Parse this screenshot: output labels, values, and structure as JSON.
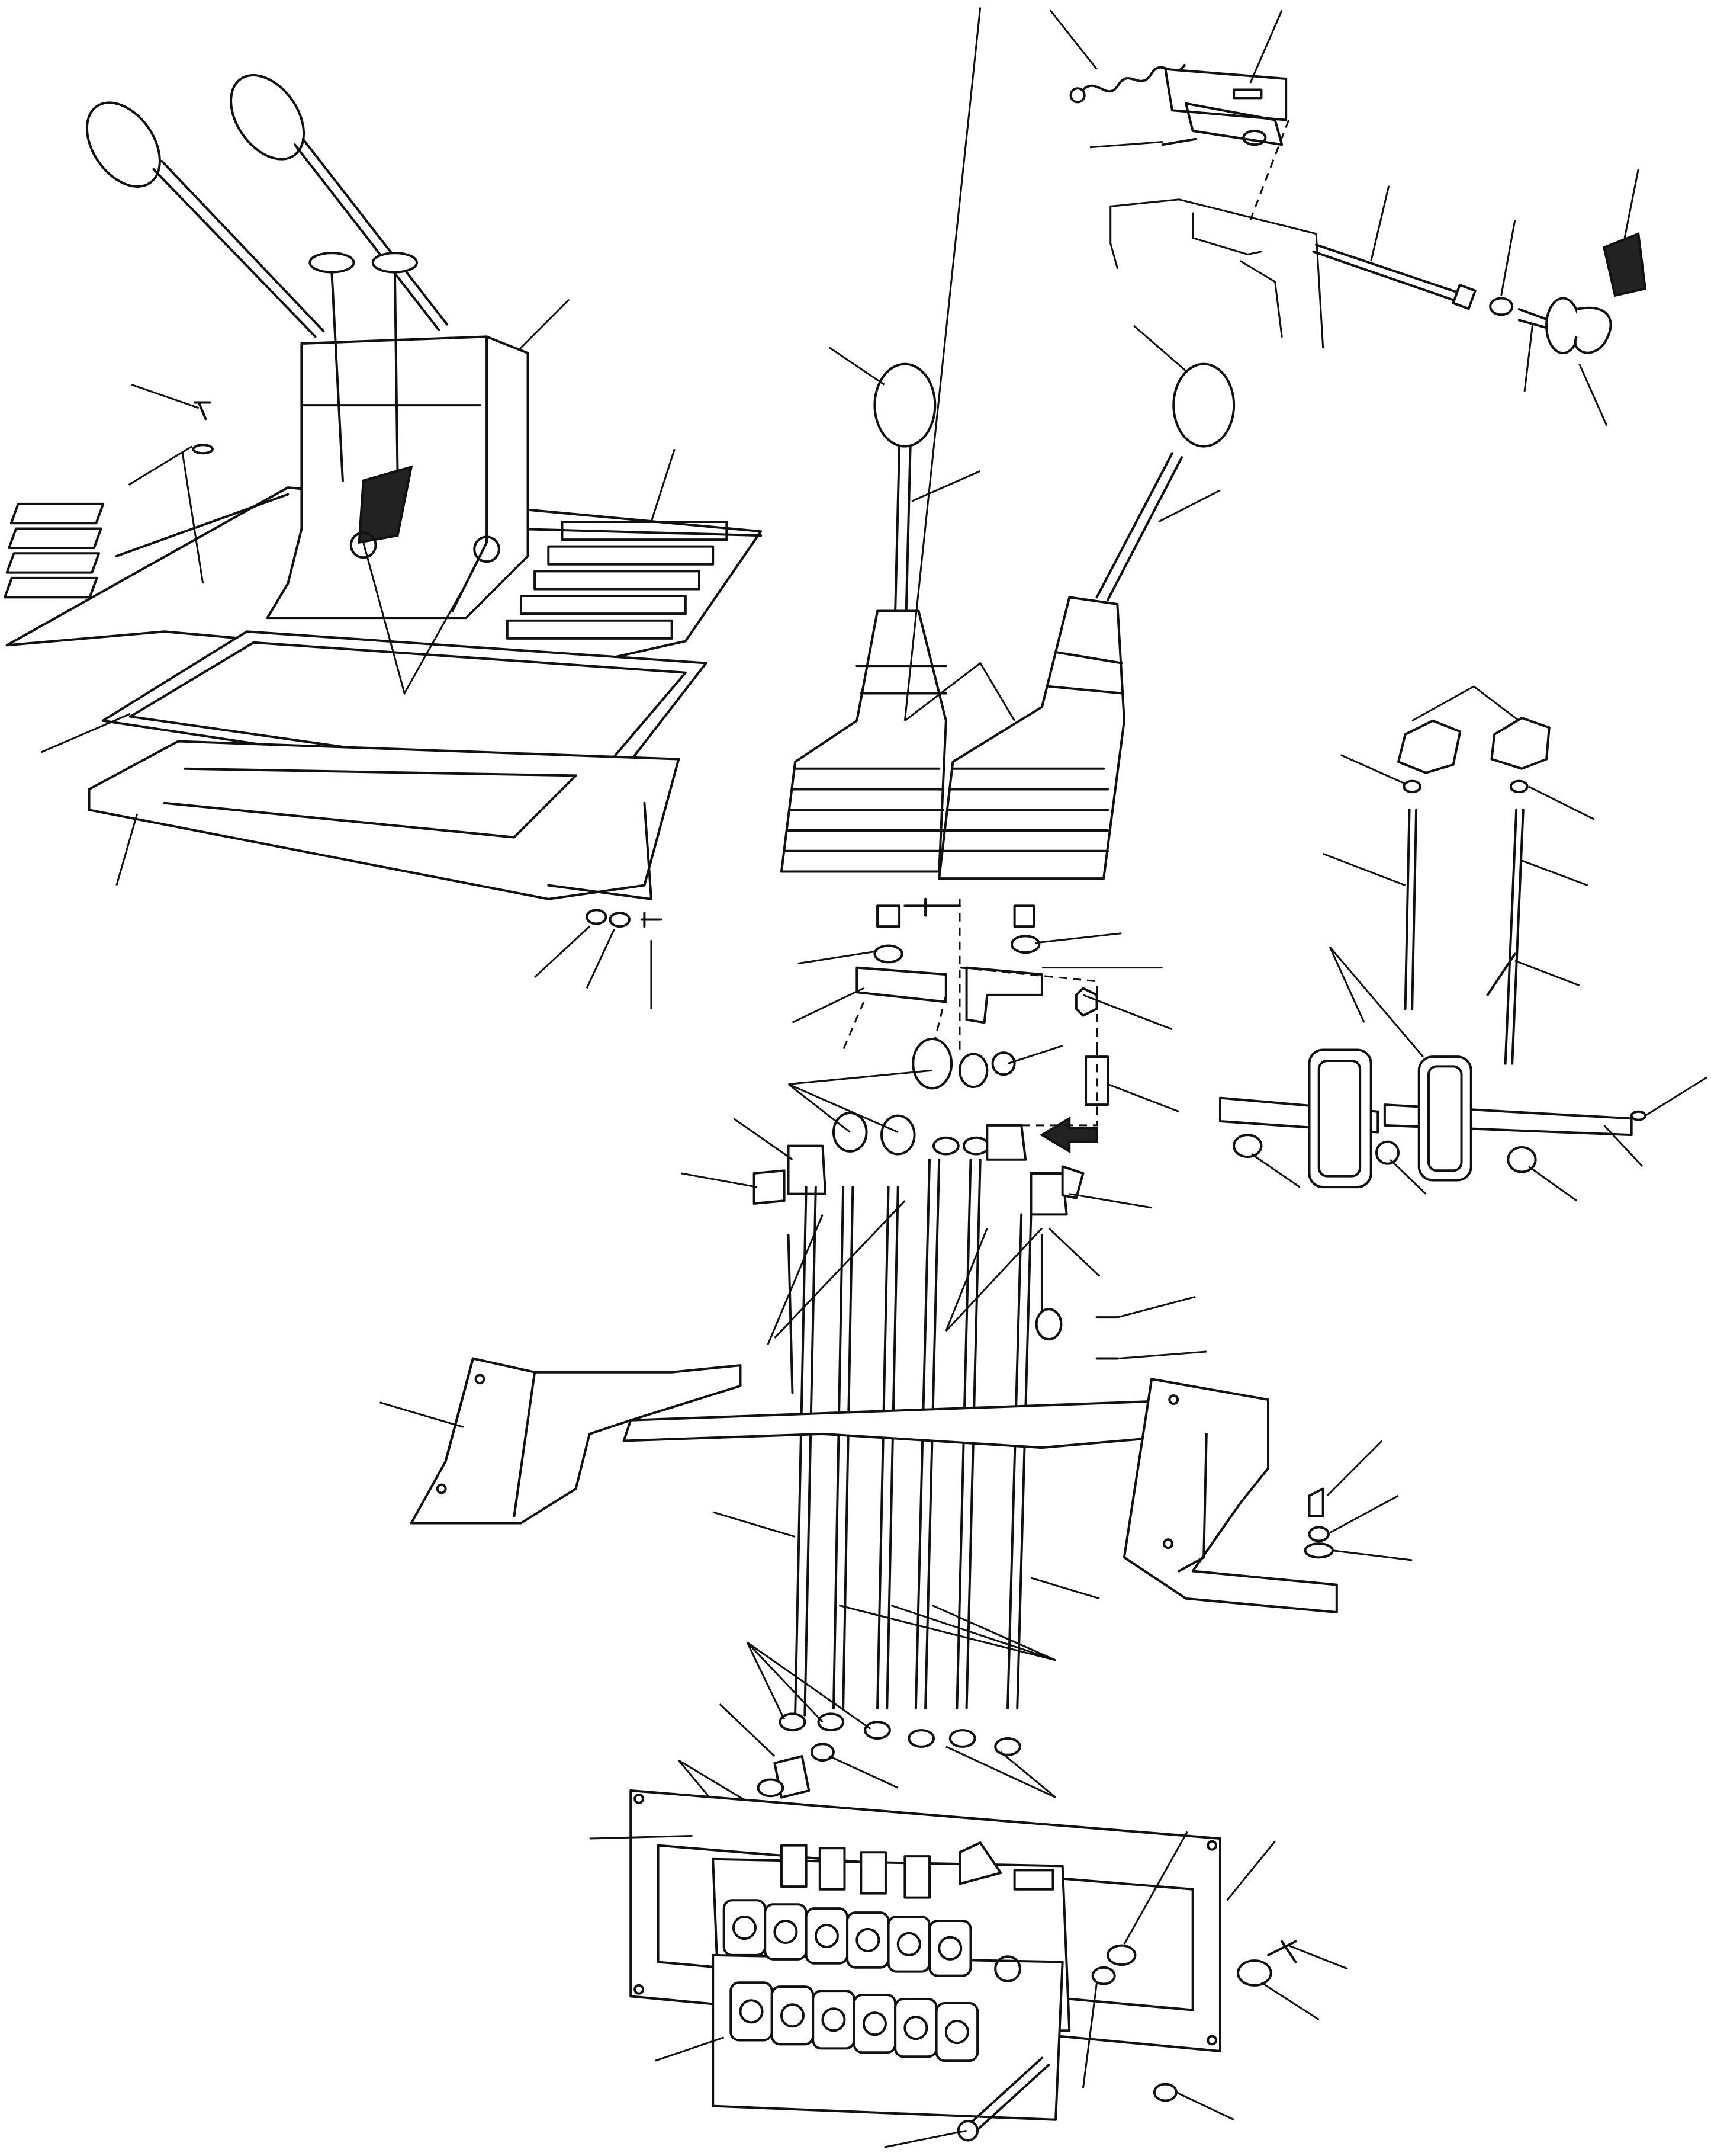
{
  "figure": {
    "kind": "exploded parts diagram",
    "text_labels": [],
    "colors": {
      "line": "#111111",
      "background": "#ffffff"
    },
    "icons": [
      "control-lever",
      "lever-knob",
      "rubber-boot",
      "control-rod",
      "support-bracket",
      "control-valve-block",
      "spring",
      "bolt",
      "nut",
      "washer",
      "arrow-icon"
    ]
  }
}
